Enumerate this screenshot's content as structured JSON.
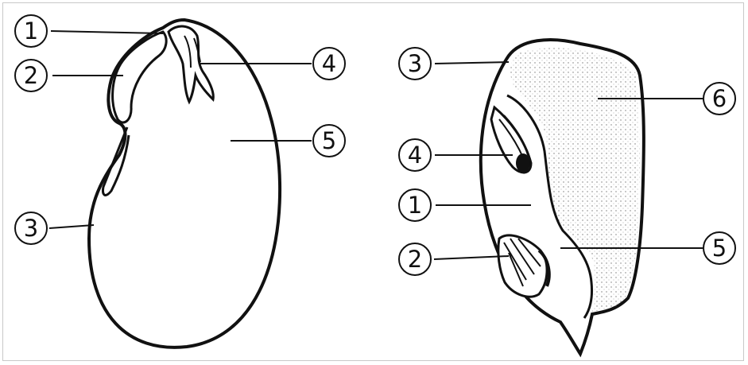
{
  "callouts": {
    "left": {
      "n1": "1",
      "n2": "2",
      "n3": "3",
      "n4": "4",
      "n5": "5"
    },
    "right": {
      "n3": "3",
      "n6": "6",
      "n4": "4",
      "n1": "1",
      "n5": "5",
      "n2": "2"
    }
  },
  "colors": {
    "ink": "#111111",
    "border": "#c8c8c8",
    "background": "#ffffff"
  }
}
